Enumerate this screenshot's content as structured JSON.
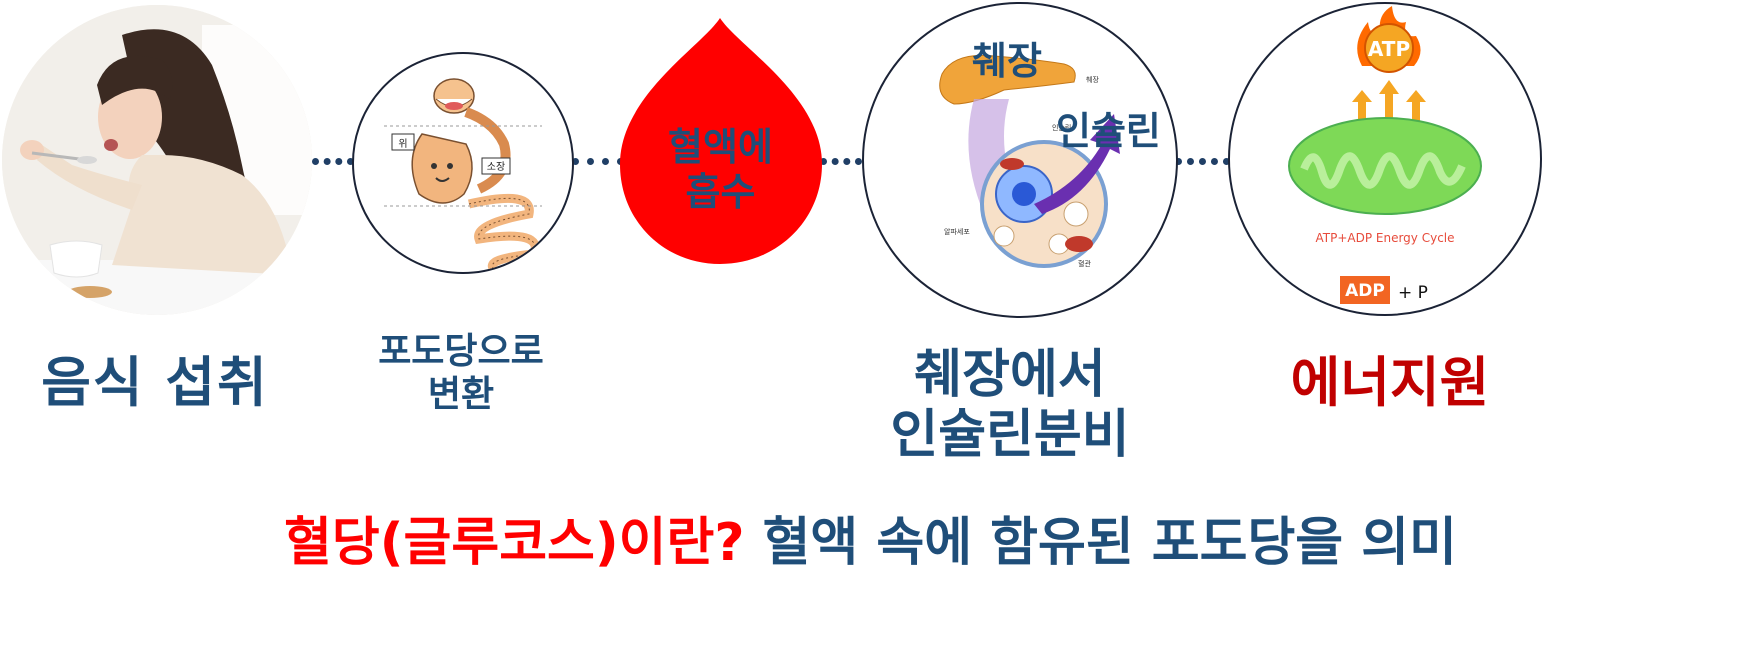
{
  "steps": [
    {
      "label": "음식 섭취"
    },
    {
      "label_line1": "포도당으로",
      "label_line2": "변환",
      "tag_stomach": "위",
      "tag_intestine": "소장"
    },
    {
      "drop_line1": "혈액에",
      "drop_line2": "흡수"
    },
    {
      "overlay_pancreas": "췌장",
      "overlay_insulin": "인슐린",
      "small_pancreas": "췌장",
      "small_alpha": "알파세포",
      "small_vessel": "혈관",
      "small_insulin": "인슐린",
      "label_line1": "췌장에서",
      "label_line2": "인슐린분비"
    },
    {
      "atp": "ATP",
      "cycle": "ATP+ADP Energy Cycle",
      "adp": "ADP",
      "plus_p": "+ P",
      "label": "에너지원"
    }
  ],
  "footer": {
    "part1": "혈당(글루코스)이란?",
    "part2": "혈액 속에 함유된 포도당을 의미"
  },
  "colors": {
    "navy": "#1f4e79",
    "red": "#ff0000",
    "dark_red": "#c00000",
    "dots": "#203f66",
    "mito_green": "#7ed957",
    "atp_orange": "#f5a623"
  }
}
